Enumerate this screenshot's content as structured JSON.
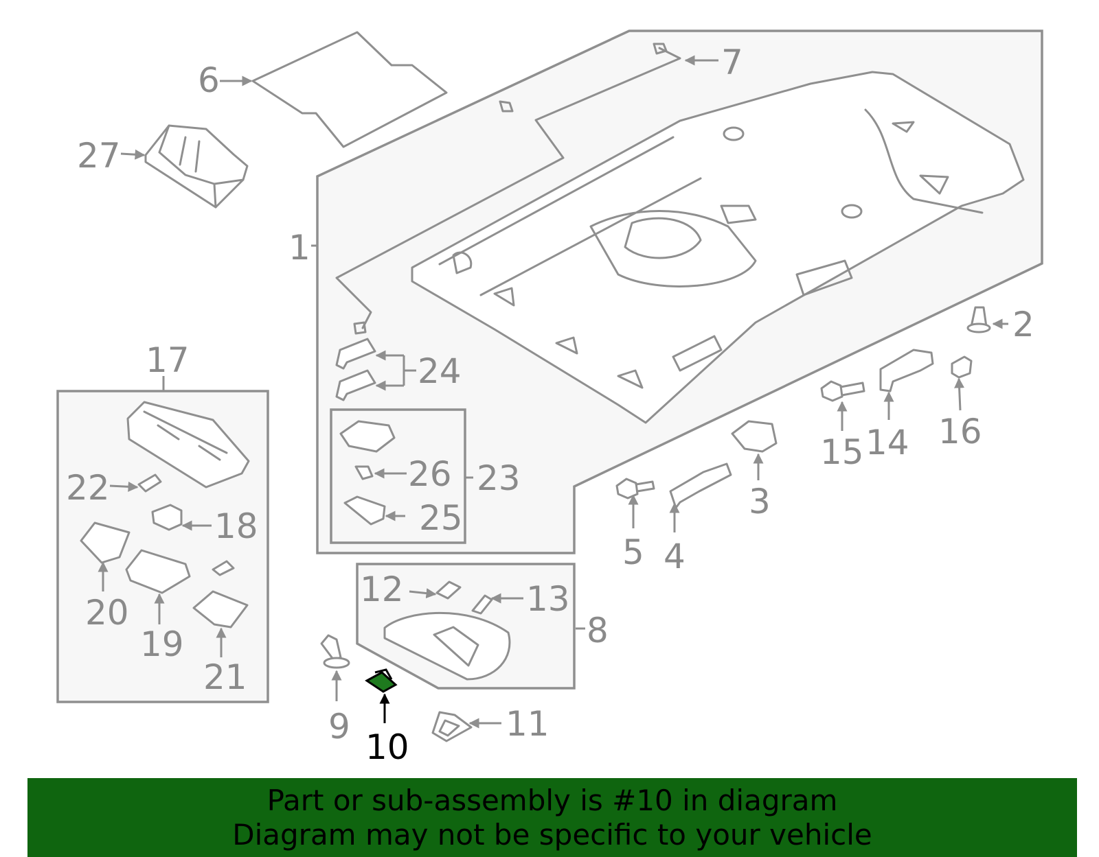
{
  "callouts": {
    "c1": "1",
    "c2": "2",
    "c3": "3",
    "c4": "4",
    "c5": "5",
    "c6": "6",
    "c7": "7",
    "c8": "8",
    "c9": "9",
    "c10": "10",
    "c11": "11",
    "c12": "12",
    "c13": "13",
    "c14": "14",
    "c15": "15",
    "c16": "16",
    "c17": "17",
    "c18": "18",
    "c19": "19",
    "c20": "20",
    "c21": "21",
    "c22": "22",
    "c23": "23",
    "c24": "24",
    "c25": "25",
    "c26": "26",
    "c27": "27"
  },
  "highlighted_part": "10",
  "colors": {
    "line": "#8f8f8f",
    "highlight_part": "#1e7a1e",
    "banner_background": "#0f650f",
    "banner_text": "#000000"
  },
  "banner": {
    "line1": "Part or sub-assembly is #10 in diagram",
    "line2": "Diagram may not be specific to your vehicle"
  }
}
